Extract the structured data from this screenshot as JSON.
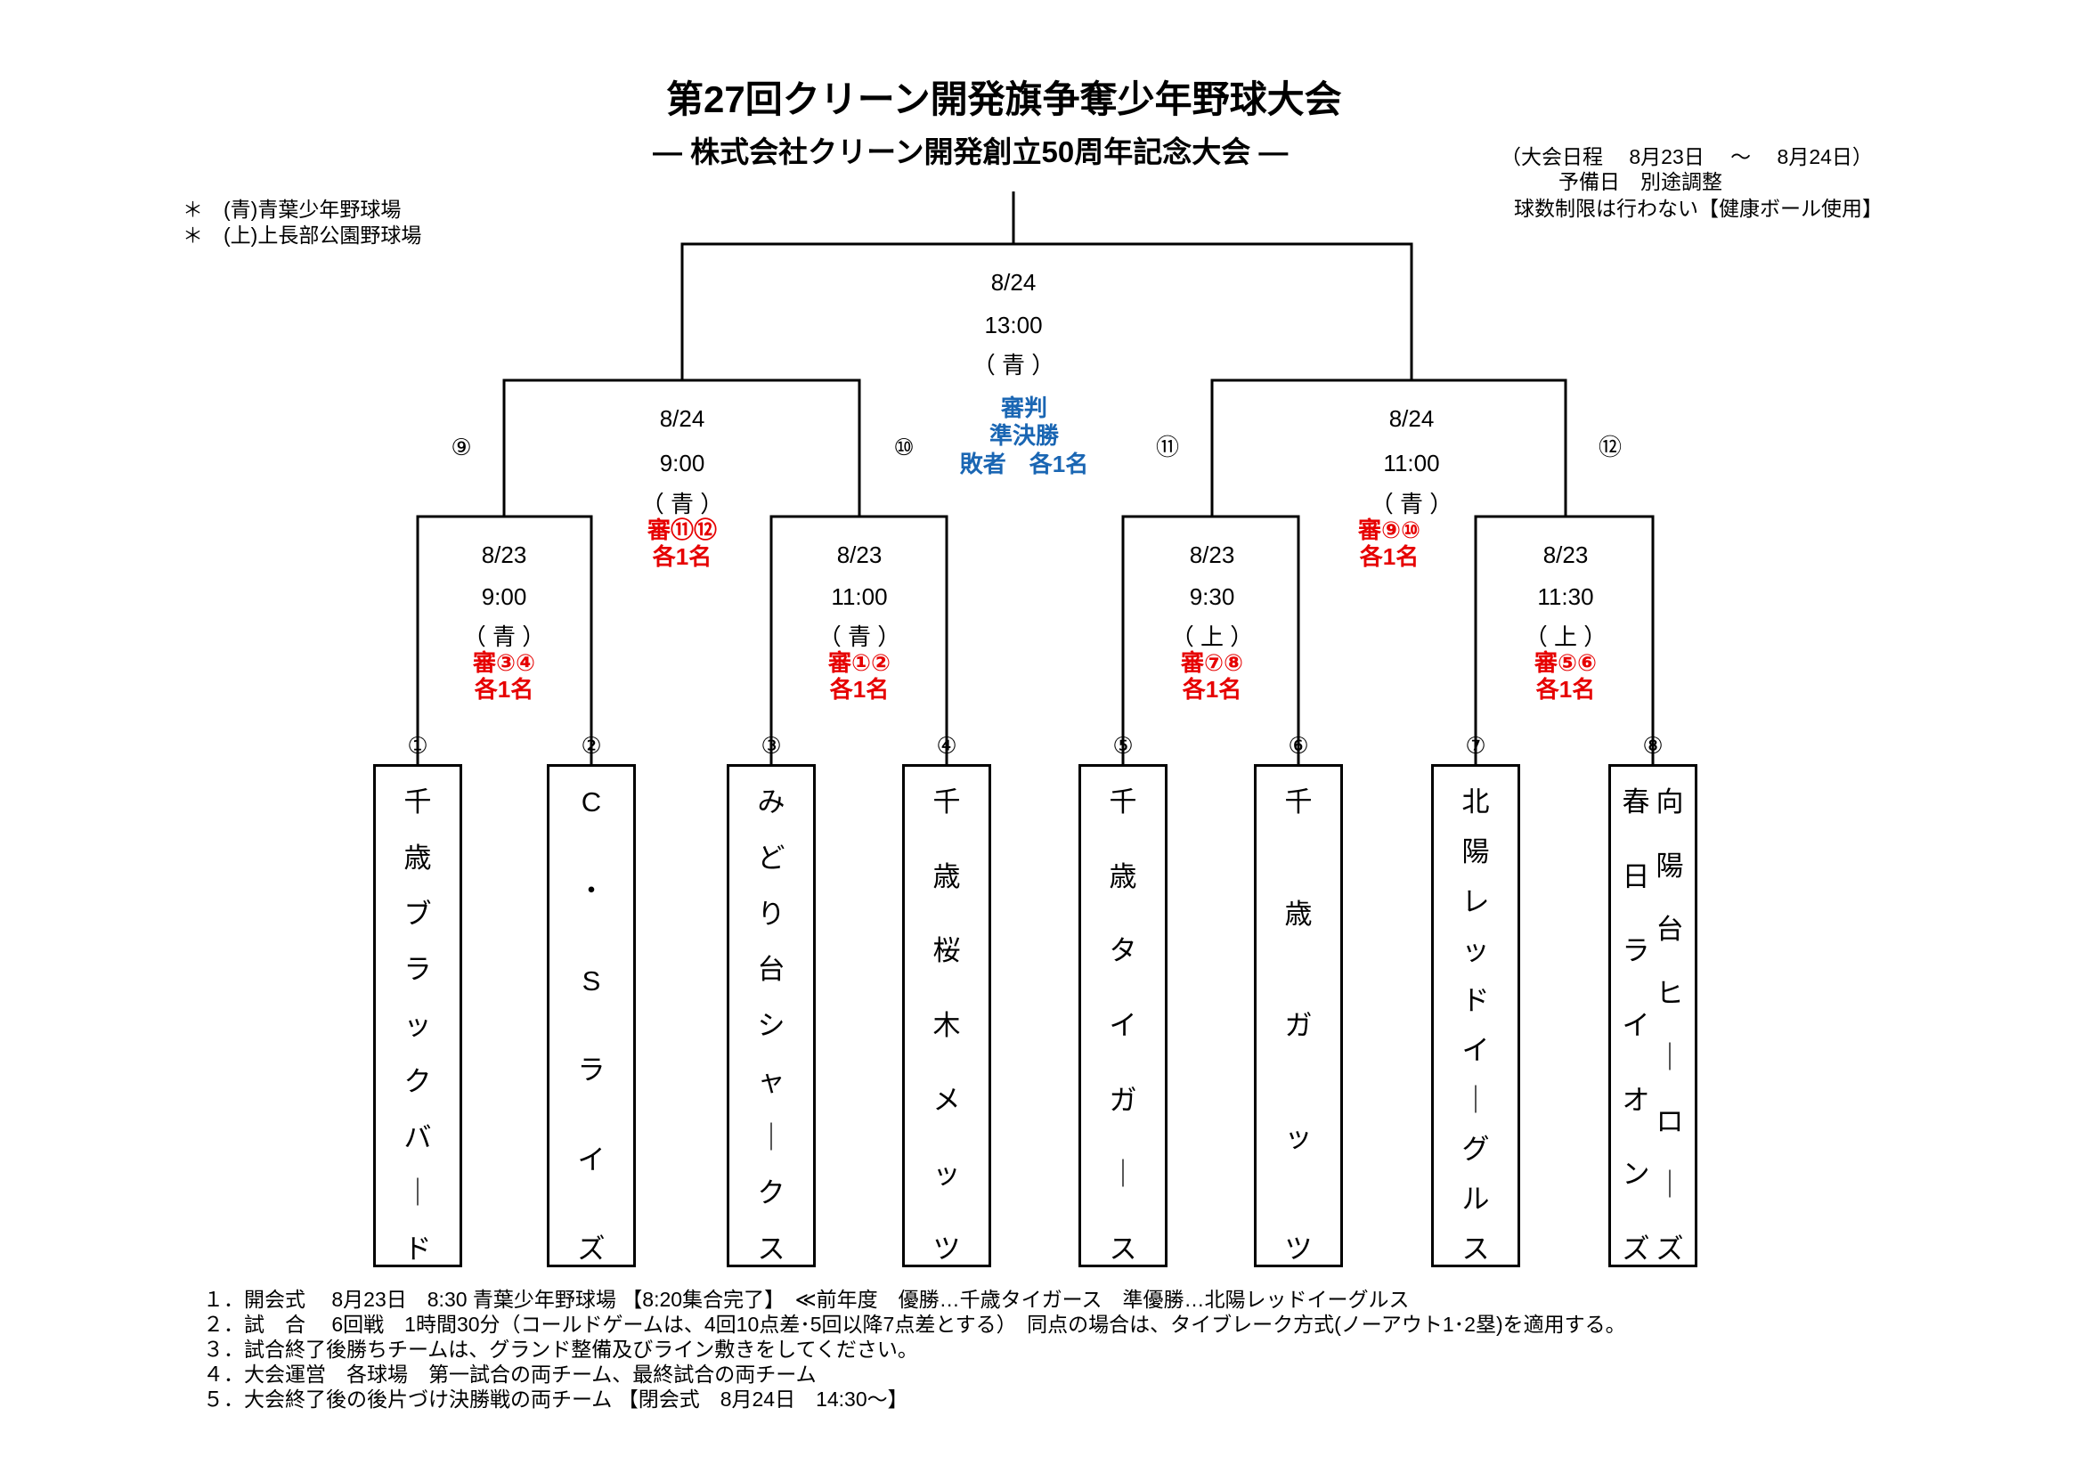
{
  "header": {
    "title": "第27回クリーン開発旗争奪少年野球大会",
    "subtitle": "―  株式会社クリーン開発創立50周年記念大会  ―",
    "info1": "（大会日程　 8月23日 　～　 8月24日）",
    "info2": "予備日　別途調整",
    "info3": "球数制限は行わない【健康ボール使用】"
  },
  "venues": [
    "＊　(青)青葉少年野球場",
    "＊　(上)上長部公園野球場"
  ],
  "final": {
    "date": "8/24",
    "time": "13:00",
    "venue": "（ 青 ）",
    "ref1": "審判",
    "ref2": "準決勝",
    "ref3": "敗者　各1名"
  },
  "semis": [
    {
      "date": "8/24",
      "time": "9:00",
      "venue": "（ 青 ）",
      "ref": "審⑪⑫",
      "ref2": "各1名"
    },
    {
      "date": "8/24",
      "time": "11:00",
      "venue": "（ 青 ）",
      "ref": "審⑨⑩",
      "ref2": "各1名"
    }
  ],
  "game_numbers": [
    "⑨",
    "⑩",
    "⑪",
    "⑫"
  ],
  "firsts": [
    {
      "date": "8/23",
      "time": "9:00",
      "venue": "（ 青 ）",
      "ref": "審③④",
      "ref2": "各1名"
    },
    {
      "date": "8/23",
      "time": "11:00",
      "venue": "（ 青 ）",
      "ref": "審①②",
      "ref2": "各1名"
    },
    {
      "date": "8/23",
      "time": "9:30",
      "venue": "（ 上 ）",
      "ref": "審⑦⑧",
      "ref2": "各1名"
    },
    {
      "date": "8/23",
      "time": "11:30",
      "venue": "（ 上 ）",
      "ref": "審⑤⑥",
      "ref2": "各1名"
    }
  ],
  "teams": [
    {
      "num": "①",
      "cols": [
        [
          "千",
          "歳",
          "ブ",
          "ラ",
          "ッ",
          "ク",
          "バ",
          "｜",
          "ド"
        ]
      ]
    },
    {
      "num": "②",
      "cols": [
        [
          "C",
          "・",
          "S",
          "ラ",
          "イ",
          "ズ"
        ]
      ]
    },
    {
      "num": "③",
      "cols": [
        [
          "み",
          "ど",
          "り",
          "台",
          "シ",
          "ャ",
          "｜",
          "ク",
          "ス"
        ]
      ]
    },
    {
      "num": "④",
      "cols": [
        [
          "千",
          "歳",
          "桜",
          "木",
          "メ",
          "ッ",
          "ツ"
        ]
      ]
    },
    {
      "num": "⑤",
      "cols": [
        [
          "千",
          "歳",
          "タ",
          "イ",
          "ガ",
          "｜",
          "ス"
        ]
      ]
    },
    {
      "num": "⑥",
      "cols": [
        [
          "千",
          "歳",
          "ガ",
          "ッ",
          "ツ"
        ]
      ]
    },
    {
      "num": "⑦",
      "cols": [
        [
          "北",
          "陽",
          "レ",
          "ッ",
          "ド",
          "イ",
          "｜",
          "グ",
          "ル",
          "ス"
        ]
      ]
    },
    {
      "num": "⑧",
      "cols": [
        [
          "春",
          "日",
          "ラ",
          "イ",
          "オ",
          "ン",
          "ズ"
        ],
        [
          "向",
          "陽",
          "台",
          "ヒ",
          "｜",
          "ロ",
          "｜",
          "ズ"
        ]
      ]
    }
  ],
  "footer": [
    "１．開会式　 8月23日　8:30 青葉少年野球場 【8:20集合完了】　≪前年度　優勝…千歳タイガース　準優勝…北陽レッドイーグルス",
    "２．試　合　 6回戦　1時間30分（コールドゲームは、4回10点差･5回以降7点差とする）　同点の場合は、タイブレーク方式(ノーアウト1･2塁)を適用する。",
    "３．試合終了後勝ちチームは、グランド整備及びライン敷きをしてください。",
    "４．大会運営　各球場　第一試合の両チーム、最終試合の両チーム",
    "５．大会終了後の後片づけ決勝戦の両チーム 【閉会式　8月24日　14:30～】"
  ]
}
